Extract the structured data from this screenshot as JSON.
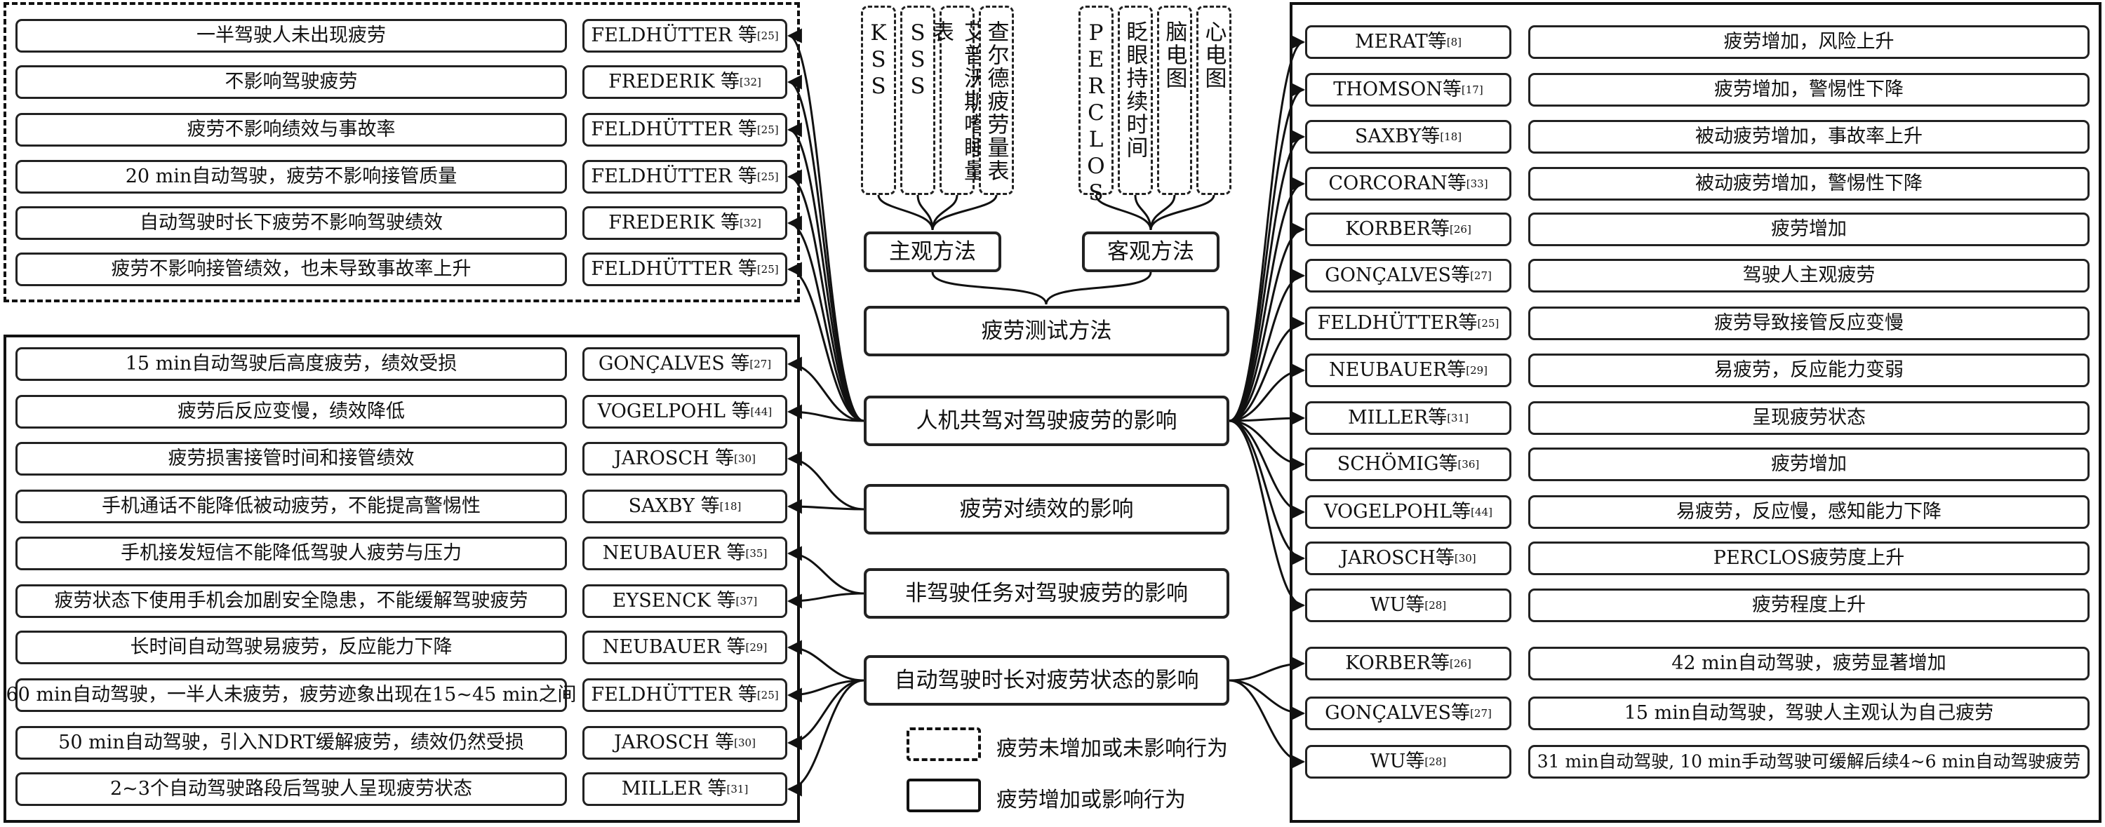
{
  "center_nodes": {
    "fatigue_test_method": "疲劳测试方法",
    "human_machine_effect": "人机共驾对驾驶疲劳的影响",
    "fatigue_on_performance": "疲劳对绩效的影响",
    "nondriving_task_effect": "非驾驶任务对驾驶疲劳的影响",
    "automation_duration_effect": "自动驾驶时长对疲劳状态的影响"
  },
  "methods": {
    "subjective": {
      "label": "主观方法",
      "items": [
        "KSS",
        "SSS",
        "艾普沃斯嗜睡量表",
        "查尔德疲劳量表"
      ]
    },
    "objective": {
      "label": "客观方法",
      "items": [
        "PERCLOS",
        "眨眼持续时间",
        "脑电图",
        "心电图"
      ]
    }
  },
  "top_left_dashed": [
    {
      "finding": "一半驾驶人未出现疲劳",
      "author": "FELDHÜTTER 等",
      "ref": "[25]"
    },
    {
      "finding": "不影响驾驶疲劳",
      "author": "FREDERIK 等",
      "ref": "[32]"
    },
    {
      "finding": "疲劳不影响绩效与事故率",
      "author": "FELDHÜTTER 等",
      "ref": "[25]"
    },
    {
      "finding": "20 min自动驾驶，疲劳不影响接管质量",
      "author": "FELDHÜTTER 等",
      "ref": "[25]"
    },
    {
      "finding": "自动驾驶时长下疲劳不影响驾驶绩效",
      "author": "FREDERIK 等",
      "ref": "[32]"
    },
    {
      "finding": "疲劳不影响接管绩效，也未导致事故率上升",
      "author": "FELDHÜTTER 等",
      "ref": "[25]"
    }
  ],
  "bottom_left_solid": [
    {
      "finding": "15 min自动驾驶后高度疲劳，绩效受损",
      "author": "GONÇALVES 等",
      "ref": "[27]"
    },
    {
      "finding": "疲劳后反应变慢，绩效降低",
      "author": "VOGELPOHL 等",
      "ref": "[44]"
    },
    {
      "finding": "疲劳损害接管时间和接管绩效",
      "author": "JAROSCH 等",
      "ref": "[30]"
    },
    {
      "finding": "手机通话不能降低被动疲劳，不能提高警惕性",
      "author": "SAXBY 等",
      "ref": "[18]"
    },
    {
      "finding": "手机接发短信不能降低驾驶人疲劳与压力",
      "author": "NEUBAUER 等",
      "ref": "[35]"
    },
    {
      "finding": "疲劳状态下使用手机会加剧安全隐患，不能缓解驾驶疲劳",
      "author": "EYSENCK 等",
      "ref": "[37]"
    },
    {
      "finding": "长时间自动驾驶易疲劳，反应能力下降",
      "author": "NEUBAUER 等",
      "ref": "[29]"
    },
    {
      "finding": "60 min自动驾驶，一半人未疲劳，疲劳迹象出现在15~45 min之间",
      "author": "FELDHÜTTER 等",
      "ref": "[25]"
    },
    {
      "finding": "50 min自动驾驶，引入NDRT缓解疲劳，绩效仍然受损",
      "author": "JAROSCH 等",
      "ref": "[30]"
    },
    {
      "finding": "2~3个自动驾驶路段后驾驶人呈现疲劳状态",
      "author": "MILLER 等",
      "ref": "[31]"
    }
  ],
  "right_solid": [
    {
      "author": "MERAT等",
      "ref": "[8]",
      "finding": "疲劳增加，风险上升"
    },
    {
      "author": "THOMSON等",
      "ref": "[17]",
      "finding": "疲劳增加，警惕性下降"
    },
    {
      "author": "SAXBY等",
      "ref": "[18]",
      "finding": "被动疲劳增加，事故率上升"
    },
    {
      "author": "CORCORAN等",
      "ref": "[33]",
      "finding": "被动疲劳增加，警惕性下降"
    },
    {
      "author": "KORBER等",
      "ref": "[26]",
      "finding": "疲劳增加"
    },
    {
      "author": "GONÇALVES等",
      "ref": "[27]",
      "finding": "驾驶人主观疲劳"
    },
    {
      "author": "FELDHÜTTER等",
      "ref": "[25]",
      "finding": "疲劳导致接管反应变慢"
    },
    {
      "author": "NEUBAUER等",
      "ref": "[29]",
      "finding": "易疲劳，反应能力变弱"
    },
    {
      "author": "MILLER等",
      "ref": "[31]",
      "finding": "呈现疲劳状态"
    },
    {
      "author": "SCHÖMIG等",
      "ref": "[36]",
      "finding": "疲劳增加"
    },
    {
      "author": "VOGELPOHL等",
      "ref": "[44]",
      "finding": "易疲劳，反应慢，感知能力下降"
    },
    {
      "author": "JAROSCH等",
      "ref": "[30]",
      "finding": "PERCLOS疲劳度上升"
    },
    {
      "author": "WU等",
      "ref": "[28]",
      "finding": "疲劳程度上升"
    },
    {
      "author": "KORBER等",
      "ref": "[26]",
      "finding": "42 min自动驾驶，疲劳显著增加"
    },
    {
      "author": "GONÇALVES等",
      "ref": "[27]",
      "finding": "15 min自动驾驶，驾驶人主观认为自己疲劳"
    },
    {
      "author": "WU等",
      "ref": "[28]",
      "finding": "31 min自动驾驶, 10 min手动驾驶可缓解后续4~6 min自动驾驶疲劳"
    }
  ],
  "legend": {
    "dashed_label": "疲劳未增加或未影响行为",
    "solid_label": "疲劳增加或影响行为"
  }
}
